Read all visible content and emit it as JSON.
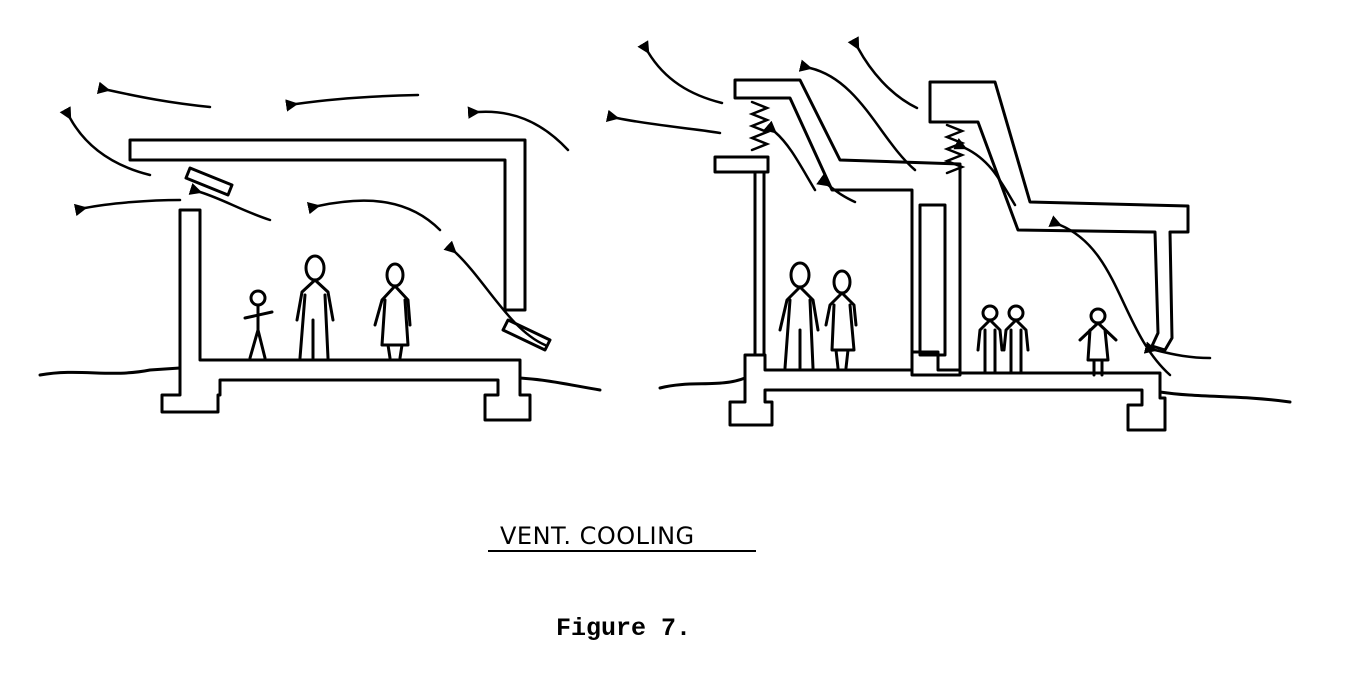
{
  "diagram": {
    "label": "VENT. COOLING",
    "caption": "Figure 7.",
    "scenes": [
      {
        "name": "single-roof-vent-house",
        "people": 3
      },
      {
        "name": "double-stack-vent-house",
        "people": 5
      }
    ],
    "line_color": "#000000",
    "background": "#ffffff"
  }
}
